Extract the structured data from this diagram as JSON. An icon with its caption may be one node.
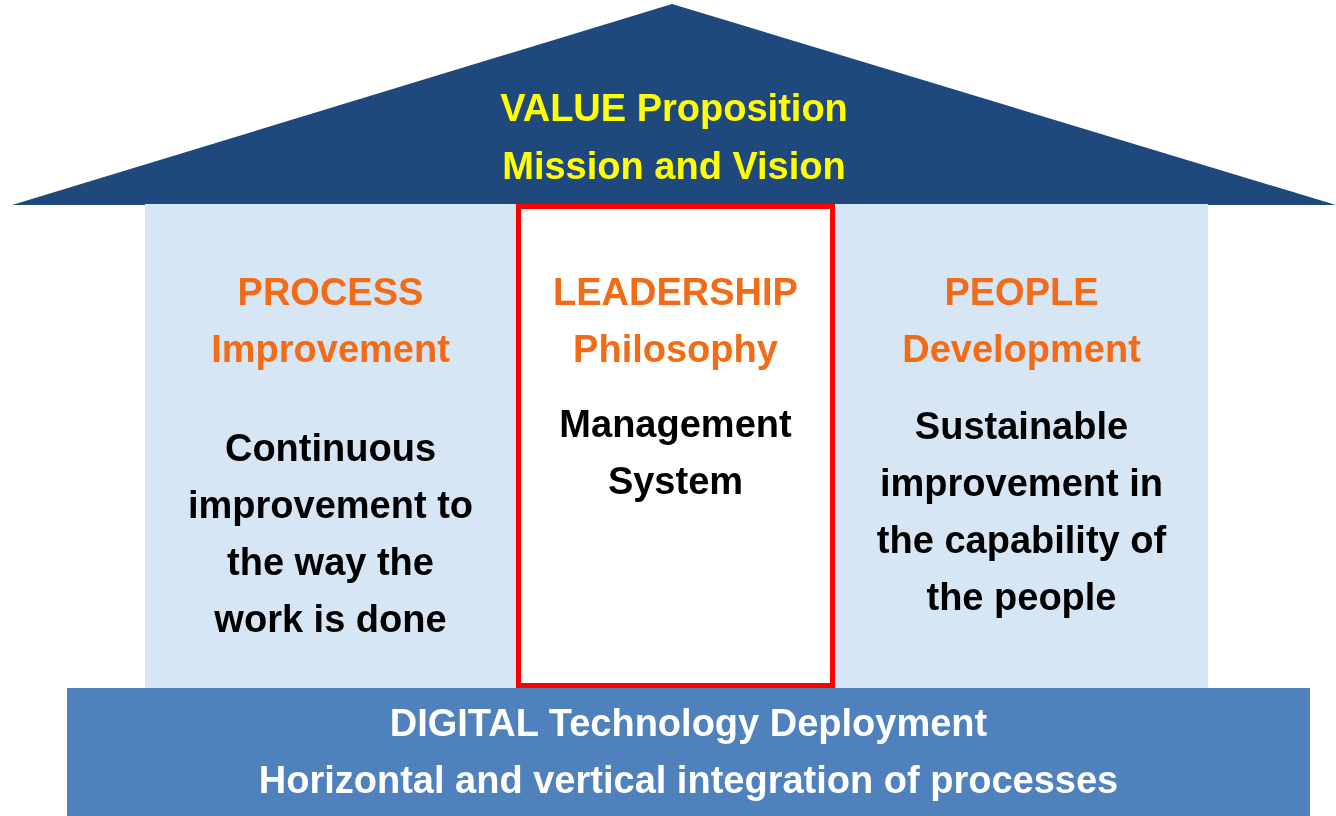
{
  "diagram": {
    "nodes": [
      {
        "text": [
          "VALUE Proposition",
          "Mission and Vision"
        ]
      },
      {
        "text": [
          "PROCESS Improvement",
          "Continuous improvement to the way the work is done"
        ]
      },
      {
        "text": [
          "LEADERSHIP Philosophy",
          "Management System"
        ]
      },
      {
        "text": [
          "PEOPLE Development",
          "Sustainable improvement in the capability of the people"
        ]
      },
      {
        "text": [
          "DIGITAL Technology Deployment",
          "Horizontal and vertical integration of processes"
        ]
      }
    ]
  }
}
